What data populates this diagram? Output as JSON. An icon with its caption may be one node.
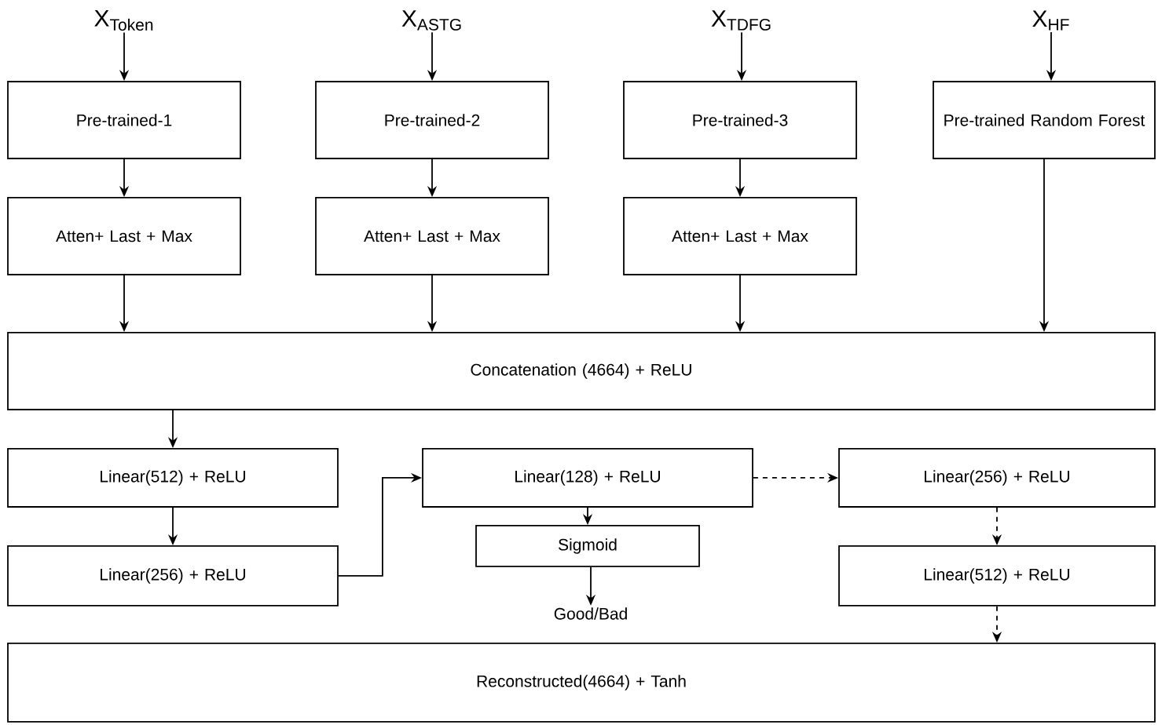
{
  "diagram": {
    "nodes": [
      {
        "text": [
          "X$_{Token}$"
        ]
      },
      {
        "text": [
          "X$_{ASTG}$"
        ]
      },
      {
        "text": [
          "X$_{TDFG}$"
        ]
      },
      {
        "text": [
          "X$_{HF}$"
        ]
      },
      {
        "text": [
          "Pre-trained-1"
        ]
      },
      {
        "text": [
          "Pre-trained-2"
        ]
      },
      {
        "text": [
          "Pre-trained-3"
        ]
      },
      {
        "text": [
          "Pre-trained Random Forest"
        ]
      },
      {
        "text": [
          "Atten+ Last + Max"
        ]
      },
      {
        "text": [
          "Atten+ Last + Max"
        ]
      },
      {
        "text": [
          "Atten+ Last + Max"
        ]
      },
      {
        "text": [
          "Concatenation (4664) + ReLU"
        ]
      },
      {
        "text": [
          "Linear(512) + ReLU"
        ]
      },
      {
        "text": [
          "Linear(256) + ReLU"
        ]
      },
      {
        "text": [
          "Linear(128) + ReLU"
        ]
      },
      {
        "text": [
          "Sigmoid"
        ]
      },
      {
        "text": [
          "Good/Bad"
        ]
      },
      {
        "text": [
          "Linear(256) + ReLU"
        ]
      },
      {
        "text": [
          "Linear(512) + ReLU"
        ]
      },
      {
        "text": [
          "Reconstructed(4664) + Tanh"
        ]
      }
    ],
    "edges": [
      {
        "from": 0,
        "to": 4,
        "arrow": "to"
      },
      {
        "from": 1,
        "to": 5,
        "arrow": "to"
      },
      {
        "from": 2,
        "to": 6,
        "arrow": "to"
      },
      {
        "from": 3,
        "to": 7,
        "arrow": "to"
      },
      {
        "from": 4,
        "to": 8,
        "arrow": "to"
      },
      {
        "from": 5,
        "to": 9,
        "arrow": "to"
      },
      {
        "from": 6,
        "to": 10,
        "arrow": "to"
      },
      {
        "from": 8,
        "to": 11,
        "arrow": "to"
      },
      {
        "from": 9,
        "to": 11,
        "arrow": "to"
      },
      {
        "from": 10,
        "to": 11,
        "arrow": "to"
      },
      {
        "from": 7,
        "to": 11,
        "arrow": "to"
      },
      {
        "from": 11,
        "to": 12,
        "arrow": "to"
      },
      {
        "from": 12,
        "to": 13,
        "arrow": "to"
      },
      {
        "from": 13,
        "to": 14,
        "arrow": "to"
      },
      {
        "from": 14,
        "to": 15,
        "arrow": "to"
      },
      {
        "from": 15,
        "to": 16,
        "arrow": "to"
      },
      {
        "from": 14,
        "to": 17,
        "arrow": "to",
        "style": "dashed"
      },
      {
        "from": 17,
        "to": 18,
        "arrow": "to",
        "style": "dashed"
      },
      {
        "from": 18,
        "to": 19,
        "arrow": "to",
        "style": "dashed"
      }
    ]
  }
}
